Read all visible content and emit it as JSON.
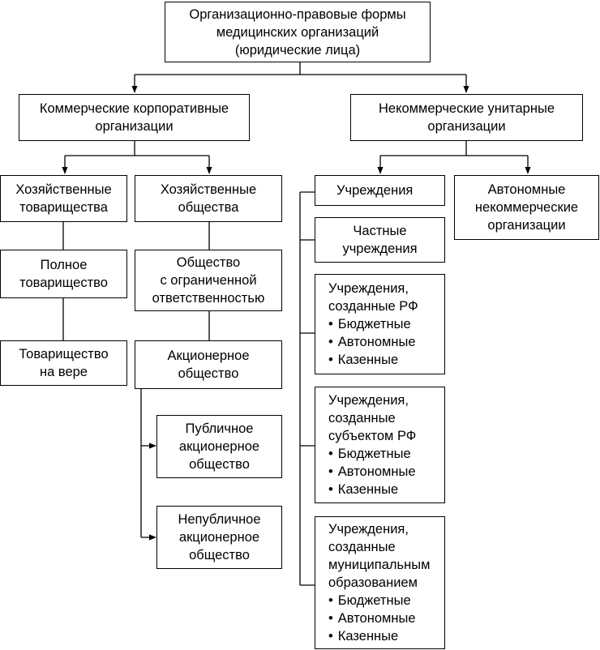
{
  "root": [
    "Организационно-правовые формы",
    "медицинских организаций",
    "(юридические лица)"
  ],
  "commercial": [
    "Коммерческие корпоративные",
    "организации"
  ],
  "noncommercial": [
    "Некоммерческие унитарные",
    "организации"
  ],
  "econ_partnerships": [
    "Хозяйственные",
    "товарищества"
  ],
  "econ_companies": [
    "Хозяйственные",
    "общества"
  ],
  "full_partnership": [
    "Полное",
    "товарищество"
  ],
  "limited_partnership": [
    "Товарищество",
    "на вере"
  ],
  "llc": [
    "Общество",
    "с ограниченной",
    "ответственностью"
  ],
  "jsc": [
    "Акционерное",
    "общество"
  ],
  "public_jsc": [
    "Публичное",
    "акционерное",
    "общество"
  ],
  "nonpublic_jsc": [
    "Непубличное",
    "акционерное",
    "общество"
  ],
  "institutions": [
    "Учреждения"
  ],
  "autonomous_nco": [
    "Автономные",
    "некоммерческие",
    "организации"
  ],
  "private_inst": [
    "Частные",
    "учреждения"
  ],
  "rf_inst": [
    "Учреждения,",
    "созданные РФ"
  ],
  "subject_inst": [
    "Учреждения,",
    "созданные",
    "субъектом РФ"
  ],
  "municipal_inst": [
    "Учреждения,",
    "созданные",
    "муниципальным",
    "образованием"
  ],
  "bullets": [
    "Бюджетные",
    "Автономные",
    "Казенные"
  ]
}
